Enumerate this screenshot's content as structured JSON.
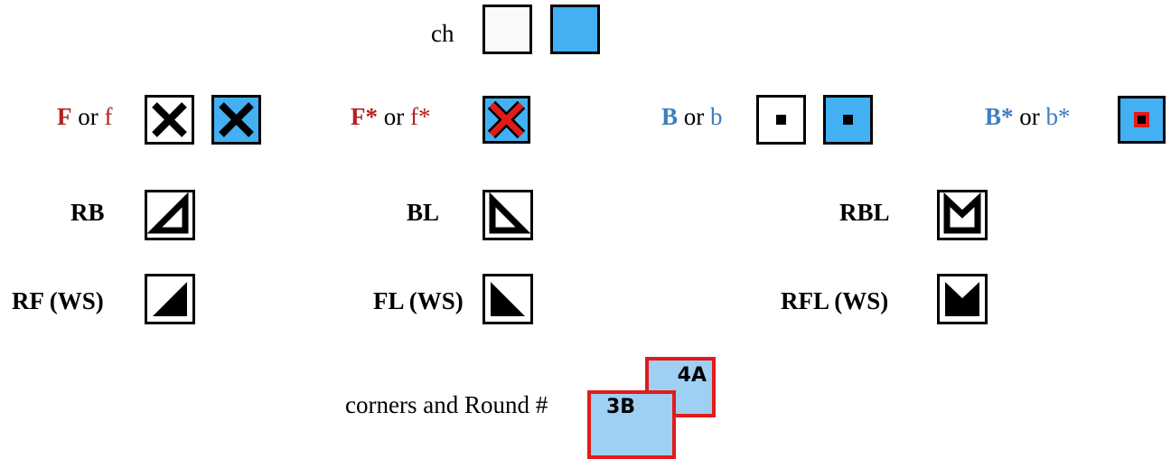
{
  "rows": {
    "ch": {
      "label": "ch"
    },
    "front": {
      "f_upper": "F",
      "f_or": "or",
      "f_lower": "f",
      "fs_upper": "F*",
      "fs_or": "or",
      "fs_lower": "f*",
      "b_upper": "B",
      "b_or": "or",
      "b_lower": "b",
      "bs_upper": "B*",
      "bs_or": "or",
      "bs_lower": "b*"
    },
    "back_corners": {
      "rb": "RB",
      "bl": "BL",
      "rbl": "RBL"
    },
    "front_corners": {
      "rf": "RF (WS)",
      "fl": "FL (WS)",
      "rfl": "RFL (WS)"
    },
    "corners": {
      "label": "corners and Round #",
      "cell_top": "4A",
      "cell_bottom": "3B"
    }
  },
  "colors": {
    "red_text": "#b52020",
    "blue_text": "#3d7dc0",
    "fill_blue": "#42b0f2",
    "light_blue": "#9fd0f4",
    "red_outline": "#e11b1b"
  },
  "icons": [
    "blank-square-icon",
    "blue-square-icon",
    "x-square-icon",
    "x-blue-square-icon",
    "red-x-blue-square-icon",
    "dot-square-icon",
    "dot-blue-square-icon",
    "red-dot-blue-square-icon",
    "rb-outline-triangle-icon",
    "bl-outline-triangle-icon",
    "rbl-outline-m-icon",
    "rf-solid-triangle-icon",
    "fl-solid-triangle-icon",
    "rfl-solid-m-icon"
  ]
}
